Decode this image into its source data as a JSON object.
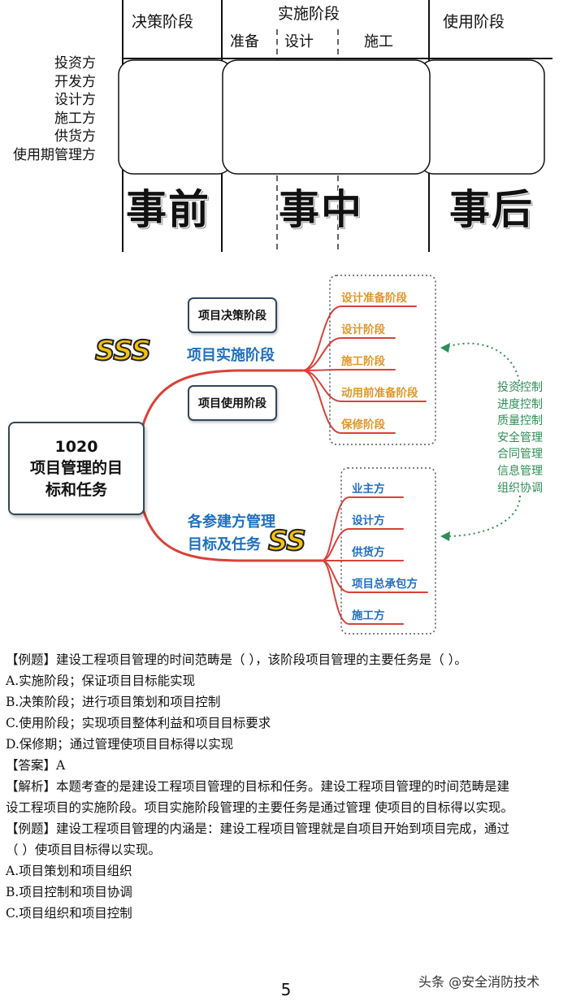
{
  "phase_diagram": {
    "headers": {
      "decision": "决策阶段",
      "implementation": "实施阶段",
      "use": "使用阶段"
    },
    "sub_headers": [
      "准备",
      "设计",
      "施工"
    ],
    "parties": [
      "投资方",
      "开发方",
      "设计方",
      "施工方",
      "供货方",
      "使用期管理方"
    ],
    "big_labels": [
      "事前",
      "事中",
      "事后"
    ]
  },
  "mind_map": {
    "root_number": "1020",
    "root_title_line1": "项目管理的目",
    "root_title_line2": "标和任务",
    "stage_decision": "项目决策阶段",
    "stage_use": "项目使用阶段",
    "impl_label": "项目实施阶段",
    "impl_badge": "SSS",
    "parties_label_line1": "各参建方管理",
    "parties_label_line2": "目标及任务",
    "parties_badge": "SS",
    "impl_leaves": [
      "设计准备阶段",
      "设计阶段",
      "施工阶段",
      "动用前准备阶段",
      "保修阶段"
    ],
    "party_leaves": [
      "业主方",
      "设计方",
      "供货方",
      "项目总承包方",
      "施工方"
    ],
    "controls": [
      "投资控制",
      "进度控制",
      "质量控制",
      "安全管理",
      "合同管理",
      "信息管理",
      "组织协调"
    ],
    "colors": {
      "branch": "#d9413a",
      "orange_text": "#e0962a",
      "blue_text": "#1f6fbf",
      "green": "#2f8e57",
      "badge": "#f4c10c"
    }
  },
  "questions": {
    "q1_stem": "【例题】建设工程项目管理的时间范畴是（    ），该阶段项目管理的主要任务是（    ）。",
    "q1_a": "A.实施阶段；保证项目目标能实现",
    "q1_b": "B.决策阶段；进行项目策划和项目控制",
    "q1_c": "C.使用阶段；实现项目整体利益和项目目标要求",
    "q1_d": "D.保修期；通过管理使项目目标得以实现",
    "answer": "【答案】A",
    "analysis_line1": "【解析】本题考查的是建设工程项目管理的目标和任务。建设工程项目管理的时间范畴是建",
    "analysis_line2": "设工程项目的实施阶段。项目实施阶段管理的主要任务是通过管理 使项目的目标得以实现。",
    "q2_line1": "【例题】建设工程项目管理的内涵是：建设工程项目管理就是自项目开始到项目完成，通过",
    "q2_line2": "（    ）使项目目标得以实现。",
    "q2_a": "A.项目策划和项目组织",
    "q2_b": "B.项目控制和项目协调",
    "q2_c": "C.项目组织和项目控制"
  },
  "footer": {
    "page_number": "5",
    "watermark": "头条 @安全消防技术"
  }
}
